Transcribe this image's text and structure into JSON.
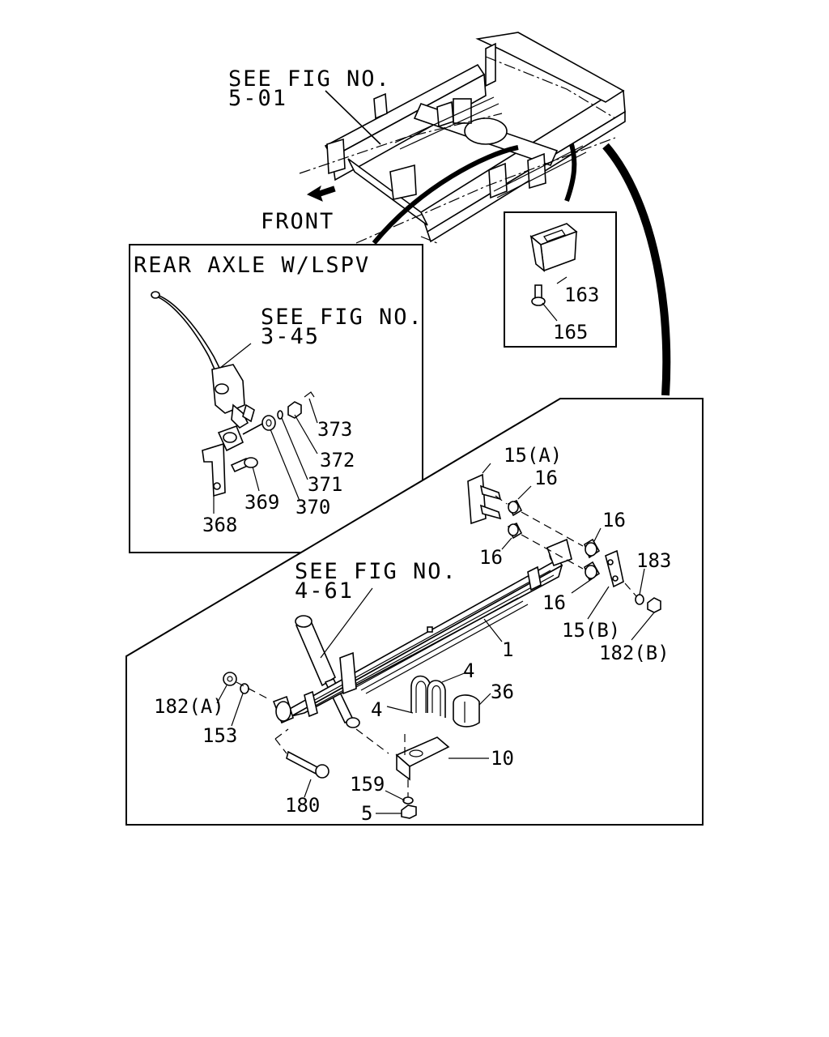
{
  "figure_refs": {
    "frame": {
      "line1": "SEE FIG NO.",
      "line2": "5-01"
    },
    "lspv": {
      "line1": "SEE FIG NO.",
      "line2": "3-45"
    },
    "shock": {
      "line1": "SEE FIG NO.",
      "line2": "4-61"
    }
  },
  "direction_label": "FRONT",
  "inset_titles": {
    "lspv": "REAR AXLE W/LSPV"
  },
  "callouts": {
    "p163": "163",
    "p165": "165",
    "p373": "373",
    "p372": "372",
    "p371": "371",
    "p370": "370",
    "p369": "369",
    "p368": "368",
    "p15a": "15(A)",
    "p16a": "16",
    "p16b": "16",
    "p16c": "16",
    "p16d": "16",
    "p183": "183",
    "p15b": "15(B)",
    "p182b": "182(B)",
    "p1": "1",
    "p4a": "4",
    "p4b": "4",
    "p36": "36",
    "p182a": "182(A)",
    "p153": "153",
    "p10": "10",
    "p159": "159",
    "p5": "5",
    "p180": "180"
  }
}
